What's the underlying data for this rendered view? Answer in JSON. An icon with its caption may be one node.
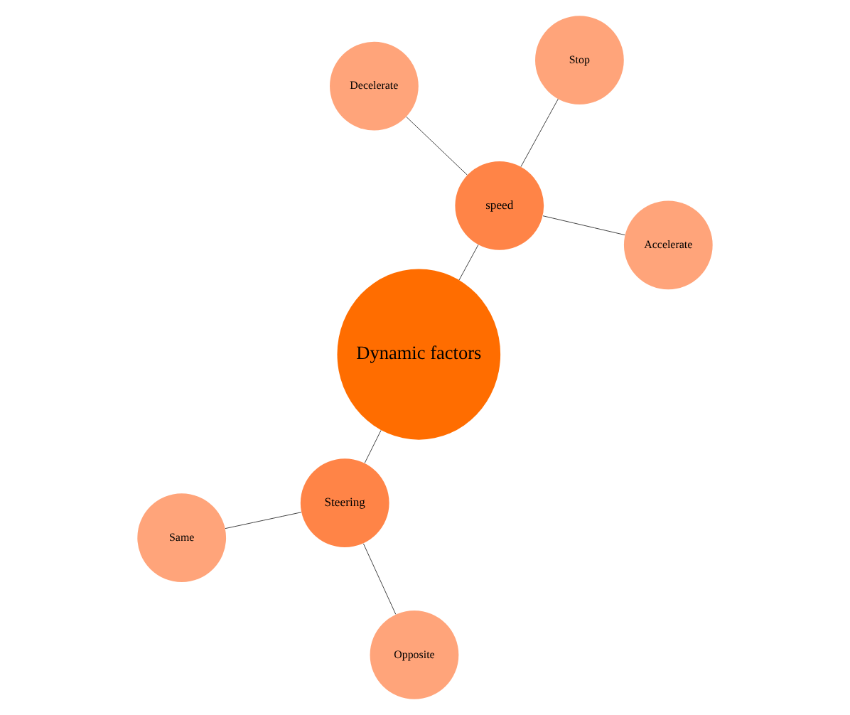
{
  "diagram": {
    "nodes": [
      {
        "text": [
          "Dynamic factors"
        ]
      },
      {
        "text": [
          "speed"
        ]
      },
      {
        "text": [
          "Accelerate"
        ]
      },
      {
        "text": [
          "Decelerate"
        ]
      },
      {
        "text": [
          "Stop"
        ]
      },
      {
        "text": [
          "Steering"
        ]
      },
      {
        "text": [
          "Same"
        ]
      },
      {
        "text": [
          "Opposite"
        ]
      }
    ],
    "edges": [
      {
        "from": 0,
        "to": 1,
        "arrow": "none"
      },
      {
        "from": 1,
        "to": 2,
        "arrow": "none"
      },
      {
        "from": 1,
        "to": 3,
        "arrow": "none"
      },
      {
        "from": 1,
        "to": 4,
        "arrow": "none"
      },
      {
        "from": 0,
        "to": 5,
        "arrow": "none"
      },
      {
        "from": 5,
        "to": 6,
        "arrow": "none"
      },
      {
        "from": 5,
        "to": 7,
        "arrow": "none"
      }
    ]
  }
}
